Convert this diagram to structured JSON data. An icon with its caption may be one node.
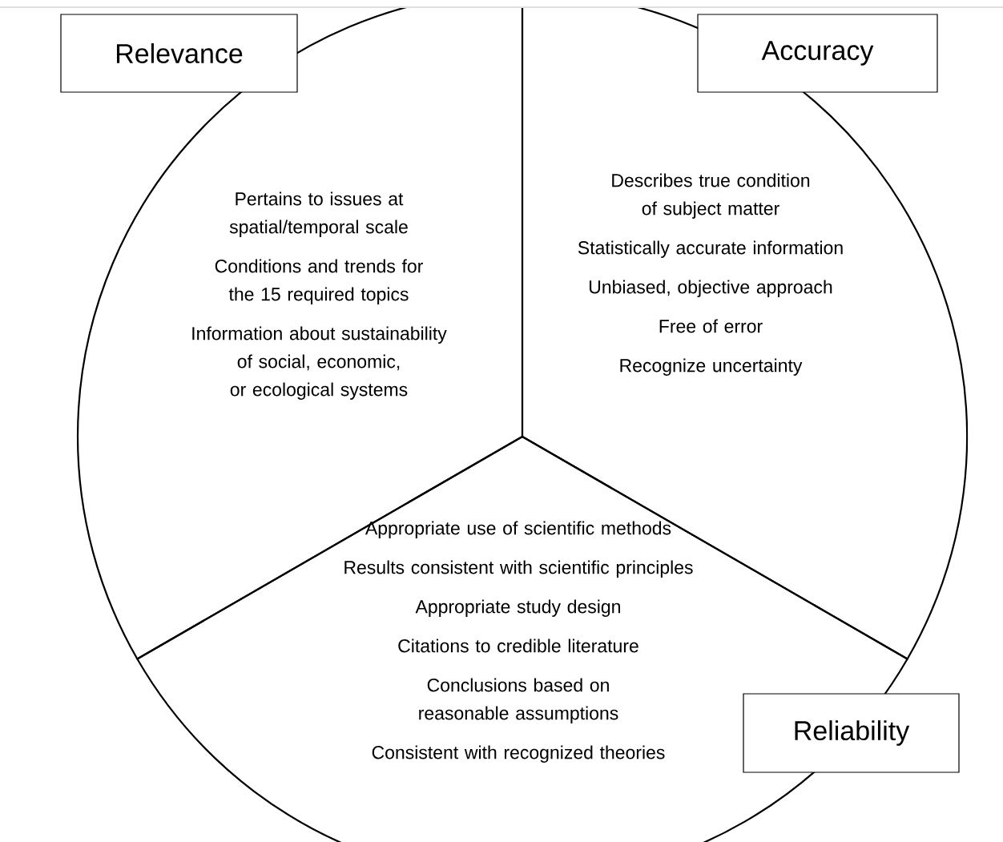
{
  "diagram": {
    "nodes": [
      {
        "text": [
          "Relevance"
        ]
      },
      {
        "text": [
          "Pertains to issues at spatial/temporal scale",
          "Conditions and trends for the 15 required topics",
          "Information about sustainability of social, economic, or ecological systems"
        ]
      },
      {
        "text": [
          "Accuracy"
        ]
      },
      {
        "text": [
          "Describes true condition of subject matter",
          "Statistically accurate information",
          "Unbiased, objective approach",
          "Free of error",
          "Recognize uncertainty"
        ]
      },
      {
        "text": [
          "Appropriate use of scientific methods",
          "Results consistent with scientific principles",
          "Appropriate study design",
          "Citations to credible literature",
          "Conclusions based on reasonable assumptions",
          "Consistent with recognized theories"
        ]
      },
      {
        "text": [
          "Reliability"
        ]
      }
    ]
  }
}
